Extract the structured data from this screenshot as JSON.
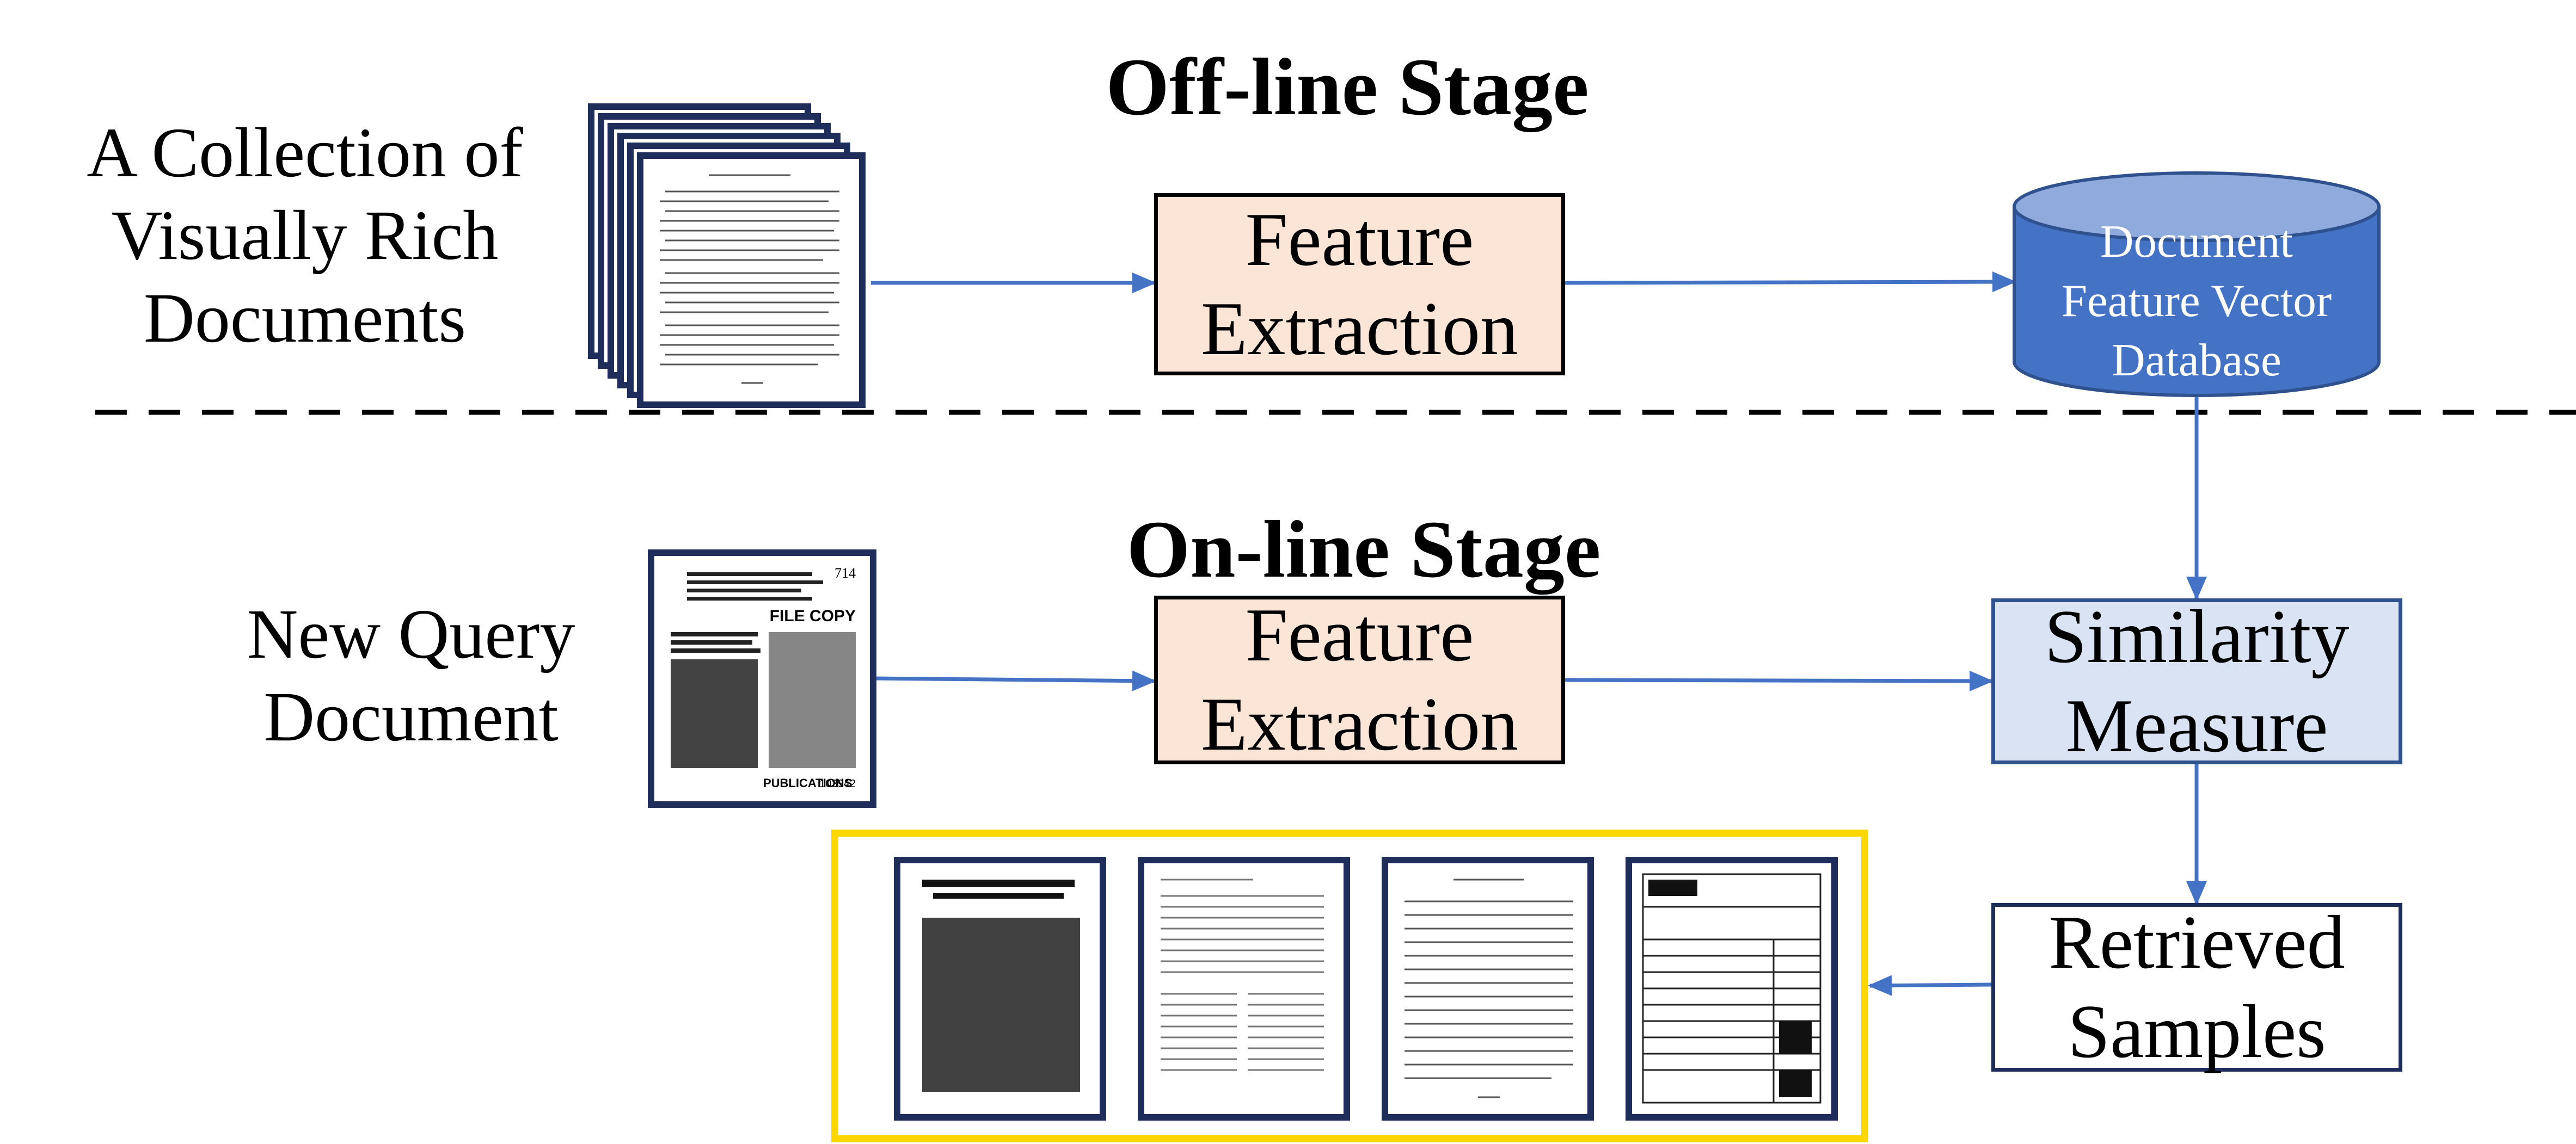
{
  "offline": {
    "title": "Off-line Stage",
    "collection_label": [
      "A Collection of",
      "Visually Rich",
      "Documents"
    ],
    "feature_box": [
      "Feature",
      "Extraction"
    ],
    "database": [
      "Document",
      "Feature Vector",
      "Database"
    ]
  },
  "online": {
    "title": "On-line Stage",
    "query_label": [
      "New Query",
      "Document"
    ],
    "feature_box": [
      "Feature",
      "Extraction"
    ],
    "similarity_box": [
      "Similarity",
      "Measure"
    ],
    "retrieved_box": [
      "Retrieved",
      "Samples"
    ],
    "query_doc_text": {
      "stamp": "FILE COPY",
      "corner_code": "714",
      "footer_left": "PUBLICATIONS",
      "footer_right": "103942"
    }
  },
  "colors": {
    "arrow": "#4472c4",
    "database_fill": "#4472c4",
    "database_top": "#8faadc",
    "feature_fill": "#fbe5d6",
    "similarity_fill": "#dae3f3",
    "doc_border": "#1f2d5a",
    "tray_border": "#ffd700"
  }
}
